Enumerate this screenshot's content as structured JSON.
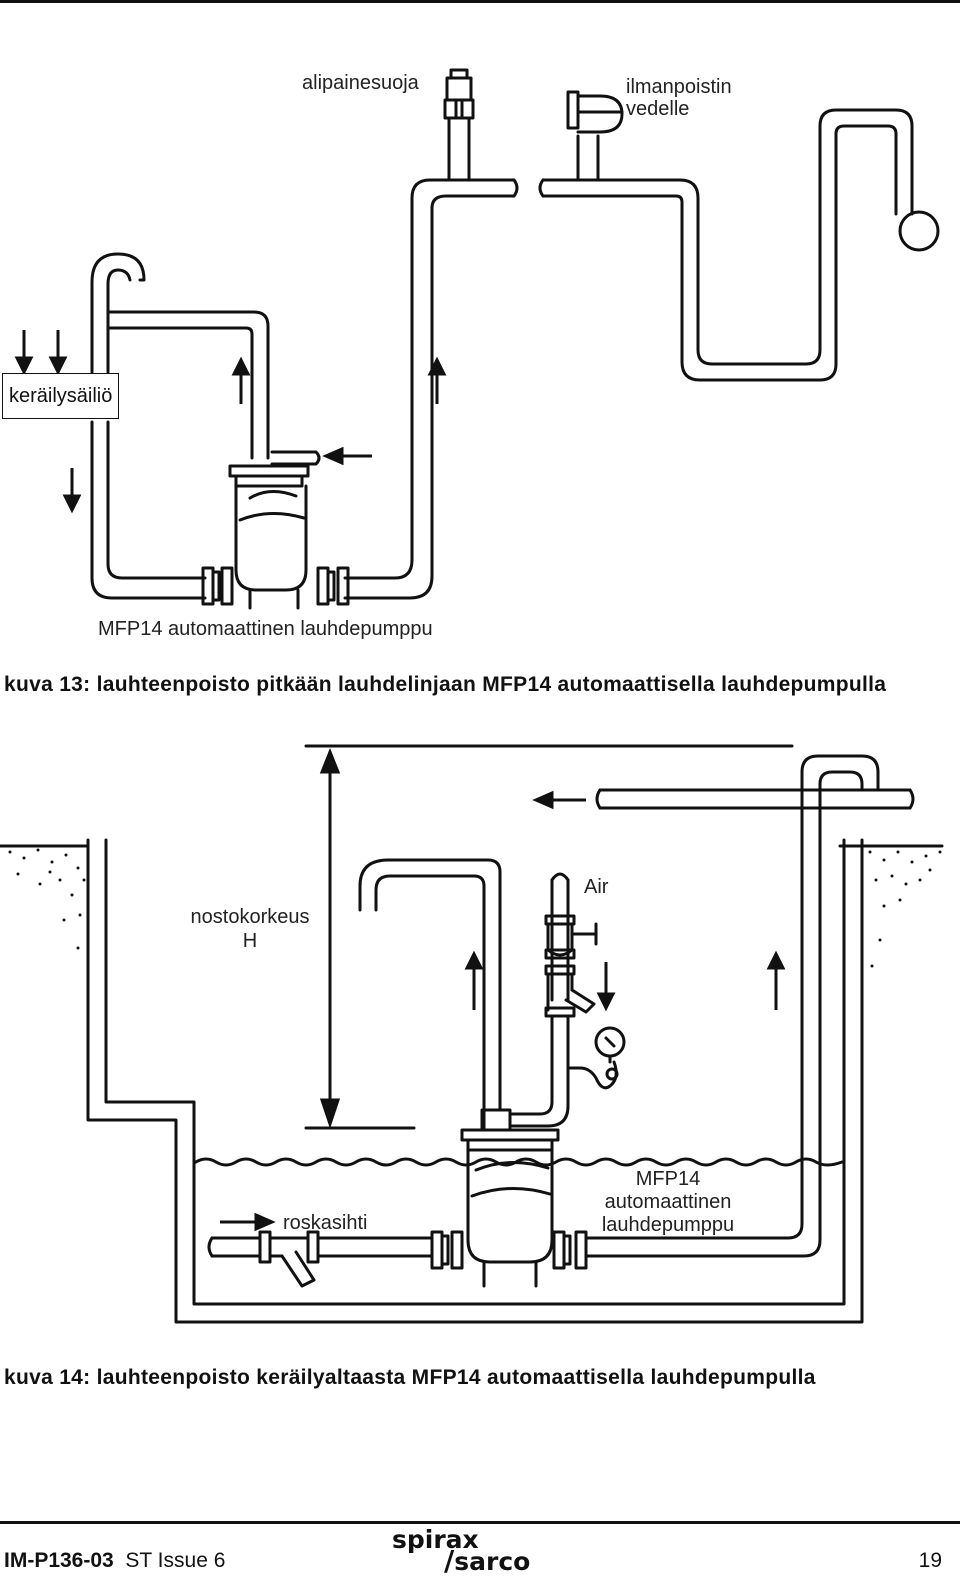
{
  "figure13": {
    "labels": {
      "vacuum_breaker": "alipainesuoja",
      "air_vent_line1": "ilmanpoistin",
      "air_vent_line2": "vedelle",
      "receiver": "keräilysäiliö",
      "pump": "MFP14 automaattinen lauhdepumppu"
    },
    "caption": "kuva 13: lauhteenpoisto pitkään lauhdelinjaan MFP14 automaattisella lauhdepumpulla"
  },
  "figure14": {
    "labels": {
      "head_line1": "nostokorkeus",
      "head_line2": "H",
      "air": "Air",
      "strainer": "roskasihti",
      "pump_line1": "MFP14",
      "pump_line2": "automaattinen",
      "pump_line3": "lauhdepumppu"
    },
    "caption": "kuva 14: lauhteenpoisto keräilyaltaasta MFP14 automaattisella lauhdepumpulla"
  },
  "footer": {
    "doc_code": "IM-P136-03",
    "issue": "ST Issue 6",
    "brand_top": "spirax",
    "brand_bottom": "sarco",
    "page": "19"
  }
}
